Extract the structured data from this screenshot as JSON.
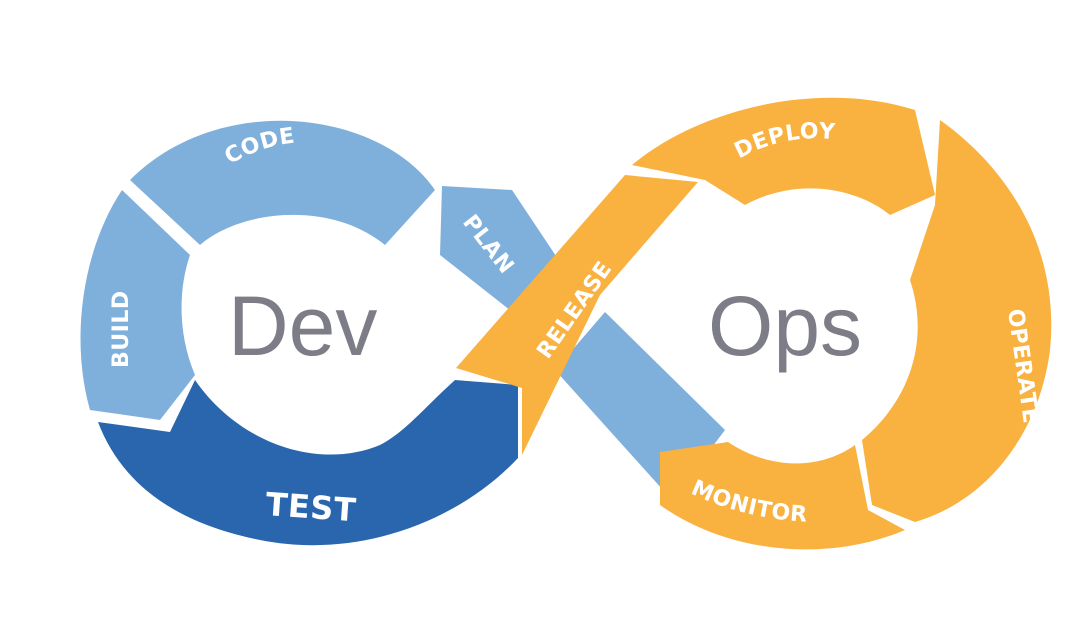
{
  "colors": {
    "dev_light": "#7fb0dc",
    "dev_dark": "#2a66ad",
    "ops": "#f9b13f",
    "center_text": "#7d7d87",
    "background": "#ffffff"
  },
  "center": {
    "dev": "Dev",
    "ops": "Ops"
  },
  "stages": {
    "plan": "PLAN",
    "code": "CODE",
    "build": "BUILD",
    "test": "TEST",
    "release": "RELEASE",
    "deploy": "DEPLOY",
    "operate": "OPERATE",
    "monitor": "MONITOR"
  }
}
